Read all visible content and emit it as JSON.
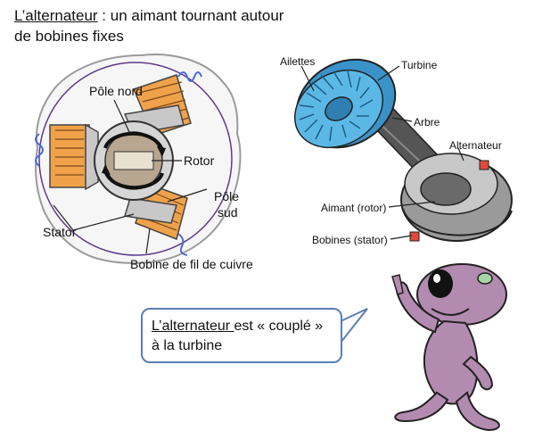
{
  "title": {
    "underlined": "L’alternateur",
    "rest_line1": " : un aimant tournant autour",
    "line2": "de bobines fixes"
  },
  "left_diagram": {
    "labels": {
      "north_pole": "Pôle nord",
      "rotor": "Rotor",
      "south_pole_line1": "Pôle",
      "south_pole_line2": "sud",
      "stator": "Stator",
      "copper_coil": "Bobine de fil de cuivre"
    }
  },
  "right_diagram": {
    "labels": {
      "blades": "Ailettes",
      "turbine": "Turbine",
      "shaft": "Arbre",
      "alternator": "Alternateur",
      "magnet": "Aimant (rotor)",
      "coils": "Bobines (stator)"
    }
  },
  "speech_bubble": {
    "underlined": "L’alternateur ",
    "rest_line1": "est « couplé »",
    "line2": "à la turbine"
  },
  "colors": {
    "coil_orange": "#f0a24a",
    "stator_blue_outline": "#5a6fd0",
    "turbine_blue": "#4aa9dc",
    "alien_purple": "#b48bb0",
    "bubble_border": "#5b7fb4"
  }
}
